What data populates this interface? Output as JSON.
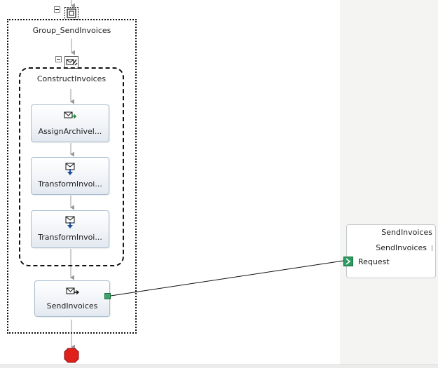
{
  "orchestration": {
    "group": {
      "name": "Group_SendInvoices"
    },
    "construct": {
      "name": "ConstructInvoices"
    },
    "shapes": [
      {
        "label": "AssignArchivel...",
        "icon": "message-assign-icon"
      },
      {
        "label": "TransformInvoi...",
        "icon": "message-transform-icon"
      },
      {
        "label": "TransformInvoi...",
        "icon": "message-transform-icon"
      }
    ],
    "send": {
      "label": "SendInvoices",
      "icon": "message-send-icon"
    },
    "end_icon": "stop-icon"
  },
  "port": {
    "name": "SendInvoices",
    "operation": "SendInvoices",
    "message": "Request"
  },
  "colors": {
    "connector": "#2b9c5f",
    "stop": "#e0201b",
    "flow_line": "#9a9a9a",
    "right_panel": "#f4f4f2"
  }
}
